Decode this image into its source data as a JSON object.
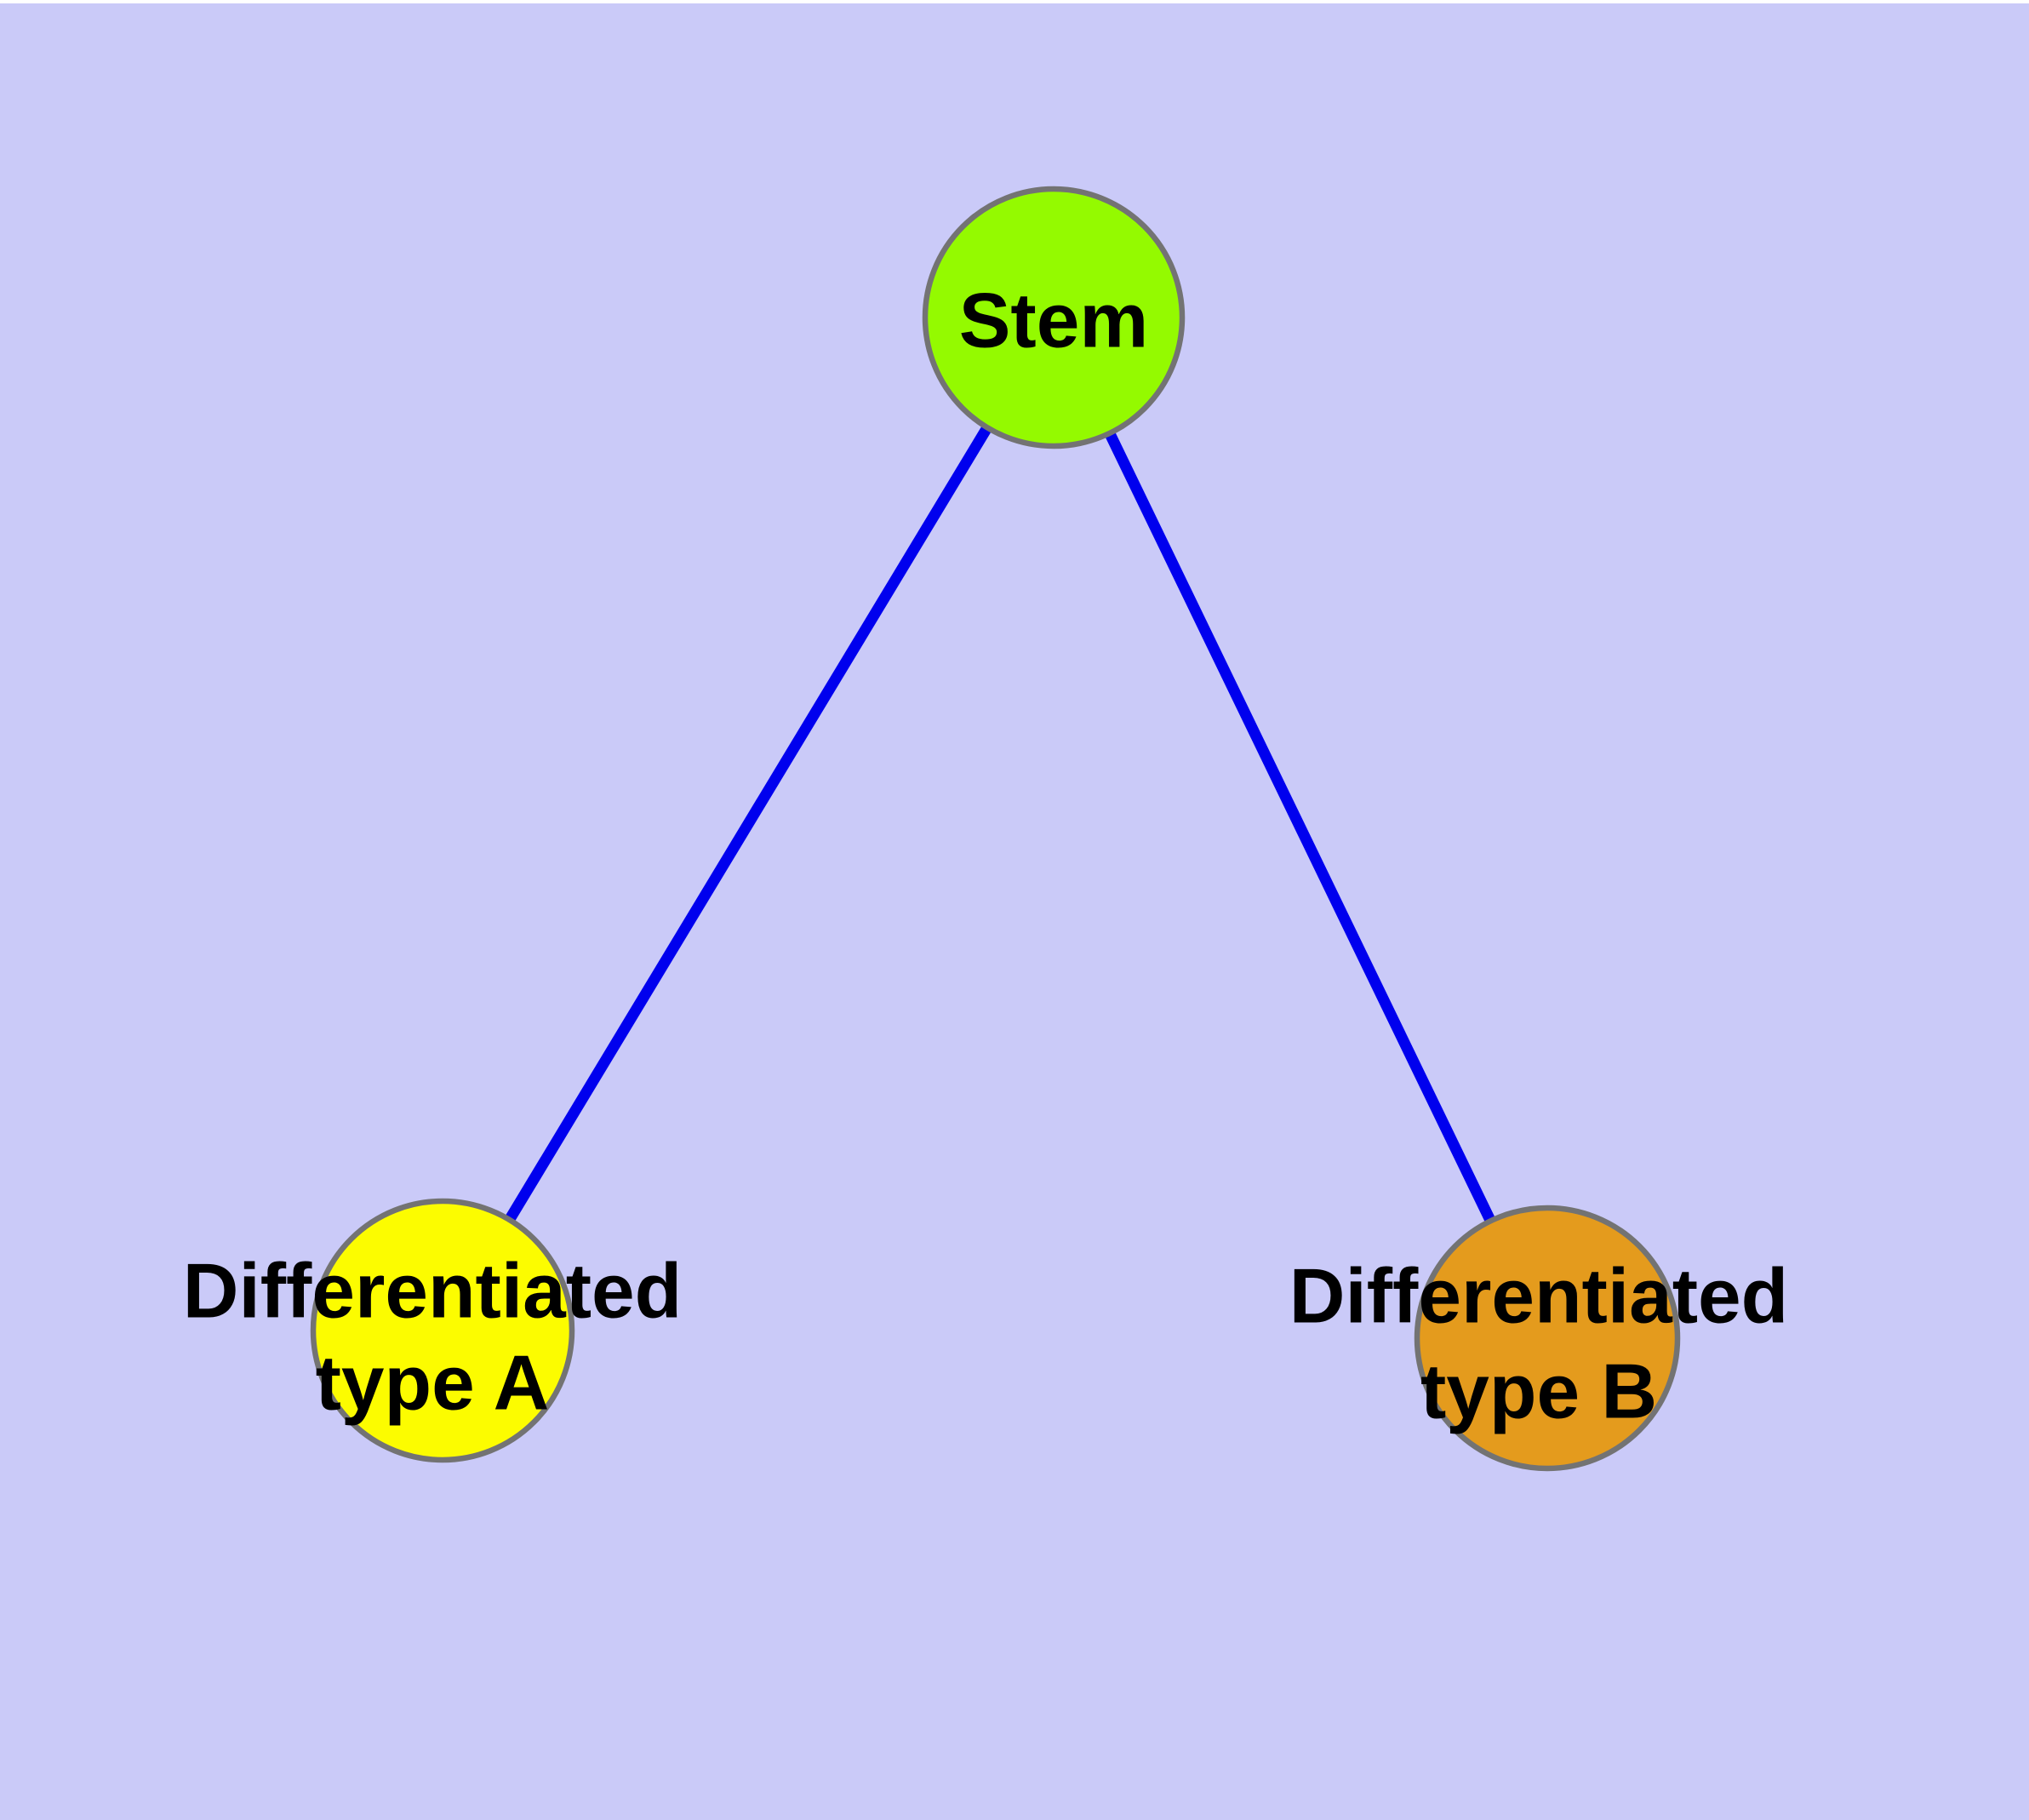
{
  "title": "Stem cell differentiation diagram",
  "colors": {
    "background": "#CACAF8",
    "top_strip": "#FFFFFF",
    "edge": "#0000EE",
    "node_border": "#737373",
    "label_text": "#000000",
    "stem_fill": "#94FA00",
    "type_a_fill": "#FCFC00",
    "type_b_fill": "#E49B1D"
  },
  "nodes": {
    "stem": {
      "label": "Stem"
    },
    "type_a": {
      "label_line1": "Differentiated",
      "label_line2": "type A"
    },
    "type_b": {
      "label_line1": "Differentiated",
      "label_line2": "type B"
    }
  },
  "edges": [
    {
      "from": "Stem",
      "to": "Differentiated type A"
    },
    {
      "from": "Stem",
      "to": "Differentiated type B"
    }
  ]
}
